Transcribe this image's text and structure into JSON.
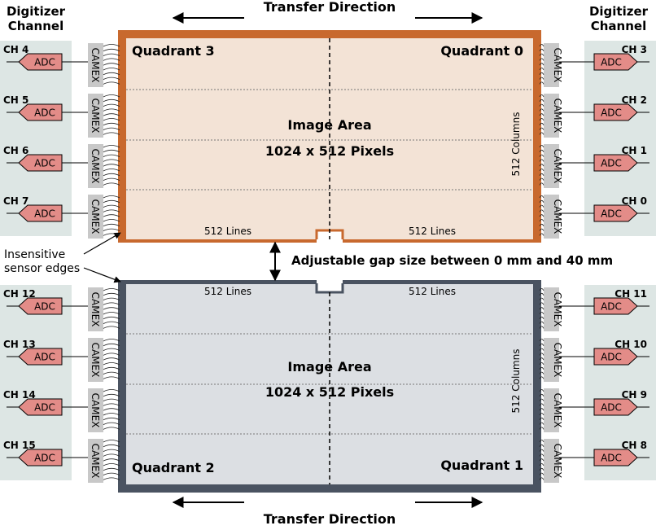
{
  "header": {
    "digitizer_left": [
      "Digitizer",
      "Channel"
    ],
    "digitizer_right": [
      "Digitizer",
      "Channel"
    ],
    "transfer_top": "Transfer Direction",
    "transfer_bottom": "Transfer Direction"
  },
  "colors": {
    "top_frame": "#c8692e",
    "top_fill": "#f3e3d6",
    "bottom_frame": "#4a5361",
    "bottom_fill": "#dcdfe3",
    "adc_fill": "#e38c88",
    "panel_bg": "#dde6e4",
    "camex_fill": "#c8c8c8"
  },
  "top_sensor": {
    "quadrant_left": "Quadrant 3",
    "quadrant_right": "Quadrant 0",
    "area_title": "Image Area",
    "area_size": "1024 x 512 Pixels",
    "lines_left": "512 Lines",
    "lines_right": "512 Lines",
    "columns": "512 Columns"
  },
  "bottom_sensor": {
    "quadrant_left": "Quadrant 2",
    "quadrant_right": "Quadrant 1",
    "area_title": "Image Area",
    "area_size": "1024 x 512 Pixels",
    "lines_left": "512 Lines",
    "lines_right": "512 Lines",
    "columns": "512 Columns"
  },
  "gap_label": "Adjustable gap size between 0 mm and 40 mm",
  "edges_label": [
    "Insensitive",
    "sensor edges"
  ],
  "adc_label": "ADC",
  "camex_label": "CAMEX",
  "channels": {
    "left_top": [
      "CH 4",
      "CH 5",
      "CH 6",
      "CH 7"
    ],
    "right_top": [
      "CH 3",
      "CH 2",
      "CH 1",
      "CH 0"
    ],
    "left_bottom": [
      "CH 12",
      "CH 13",
      "CH 14",
      "CH 15"
    ],
    "right_bottom": [
      "CH 11",
      "CH 10",
      "CH 9",
      "CH 8"
    ]
  }
}
